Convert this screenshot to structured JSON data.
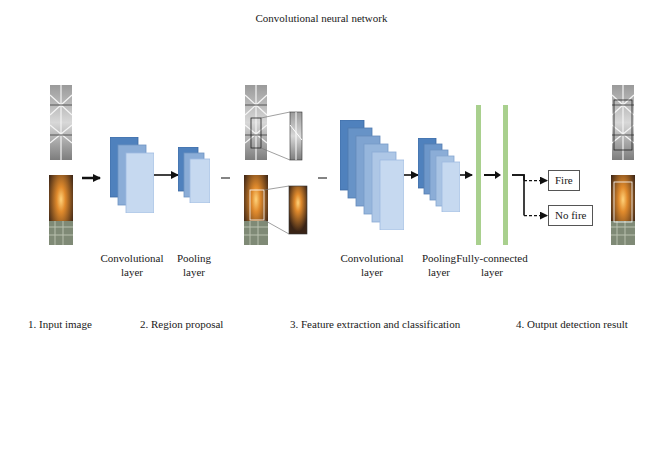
{
  "diagram": {
    "title": "Convolutional neural network",
    "nodes": [
      {
        "text": [
          "Convolutional layer"
        ]
      },
      {
        "text": [
          "Pooling layer"
        ]
      },
      {
        "text": [
          "Convolutional layer"
        ]
      },
      {
        "text": [
          "Pooling layer"
        ]
      },
      {
        "text": [
          "Fully-connected layer"
        ]
      },
      {
        "text": [
          "Fire"
        ]
      },
      {
        "text": [
          "No fire"
        ]
      }
    ],
    "edges": [
      {
        "from": 0,
        "to": 1,
        "arrow": "to"
      },
      {
        "from": 2,
        "to": 3,
        "arrow": "to"
      },
      {
        "from": 3,
        "to": 4,
        "arrow": "to"
      },
      {
        "from": 4,
        "to": 5,
        "arrow": "to"
      },
      {
        "from": 4,
        "to": 6,
        "arrow": "to"
      }
    ],
    "labels": [
      "1. Input image",
      "2. Region proposal",
      "3. Feature extraction and classification",
      "4. Output detection result"
    ]
  }
}
